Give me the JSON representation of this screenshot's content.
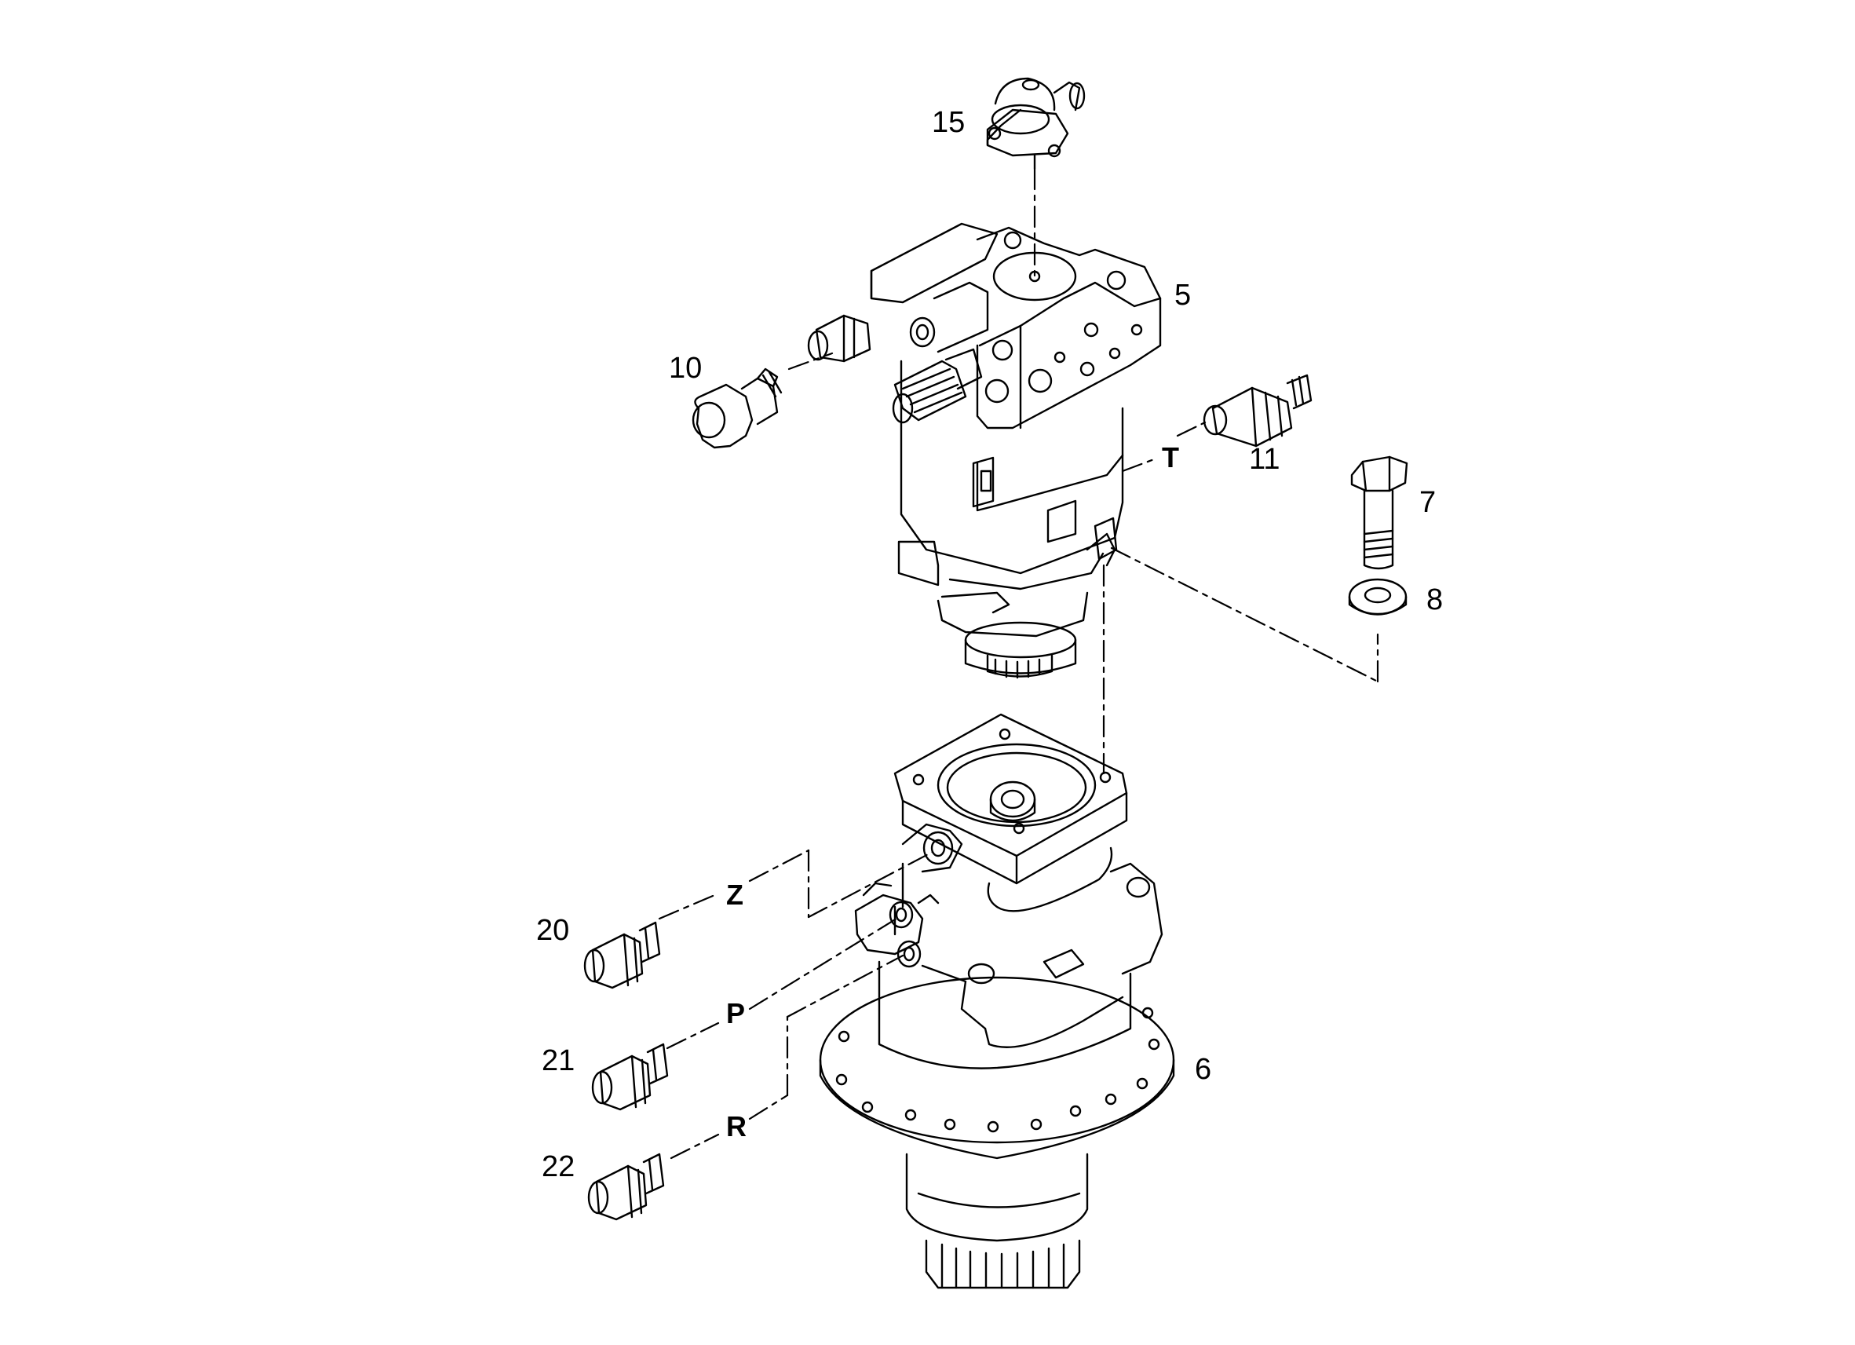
{
  "callouts": {
    "c15": "15",
    "c5": "5",
    "c10": "10",
    "c11": "11",
    "c7": "7",
    "c8": "8",
    "c6": "6",
    "c20": "20",
    "c21": "21",
    "c22": "22"
  },
  "ports": {
    "T": "T",
    "Z": "Z",
    "P": "P",
    "R": "R"
  }
}
